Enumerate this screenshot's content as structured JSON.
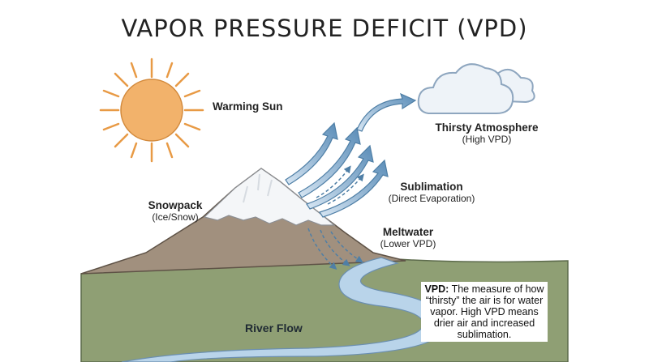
{
  "title": "VAPOR PRESSURE DEFICIT (VPD)",
  "labels": {
    "sun": "Warming Sun",
    "atmosphere_title": "Thirsty Atmosphere",
    "atmosphere_sub": "(High VPD)",
    "sublimation_title": "Sublimation",
    "sublimation_sub": "(Direct Evaporation)",
    "snowpack_title": "Snowpack",
    "snowpack_sub": "(Ice/Snow)",
    "meltwater_title": "Meltwater",
    "meltwater_sub": "(Lower VPD)",
    "river": "River Flow"
  },
  "definition": {
    "term": "VPD:",
    "text": " The measure of how “thirsty” the air is for water vapor. High VPD means drier air and increased sublimation."
  },
  "colors": {
    "sun": "#f2b26b",
    "sun_rays": "#e89a45",
    "cloud": "#eef3f8",
    "mountain": "#a1907e",
    "snow": "#f4f6f8",
    "ground": "#8f9f74",
    "river": "#b9d4ea",
    "arrow": "#5f8fb8"
  }
}
